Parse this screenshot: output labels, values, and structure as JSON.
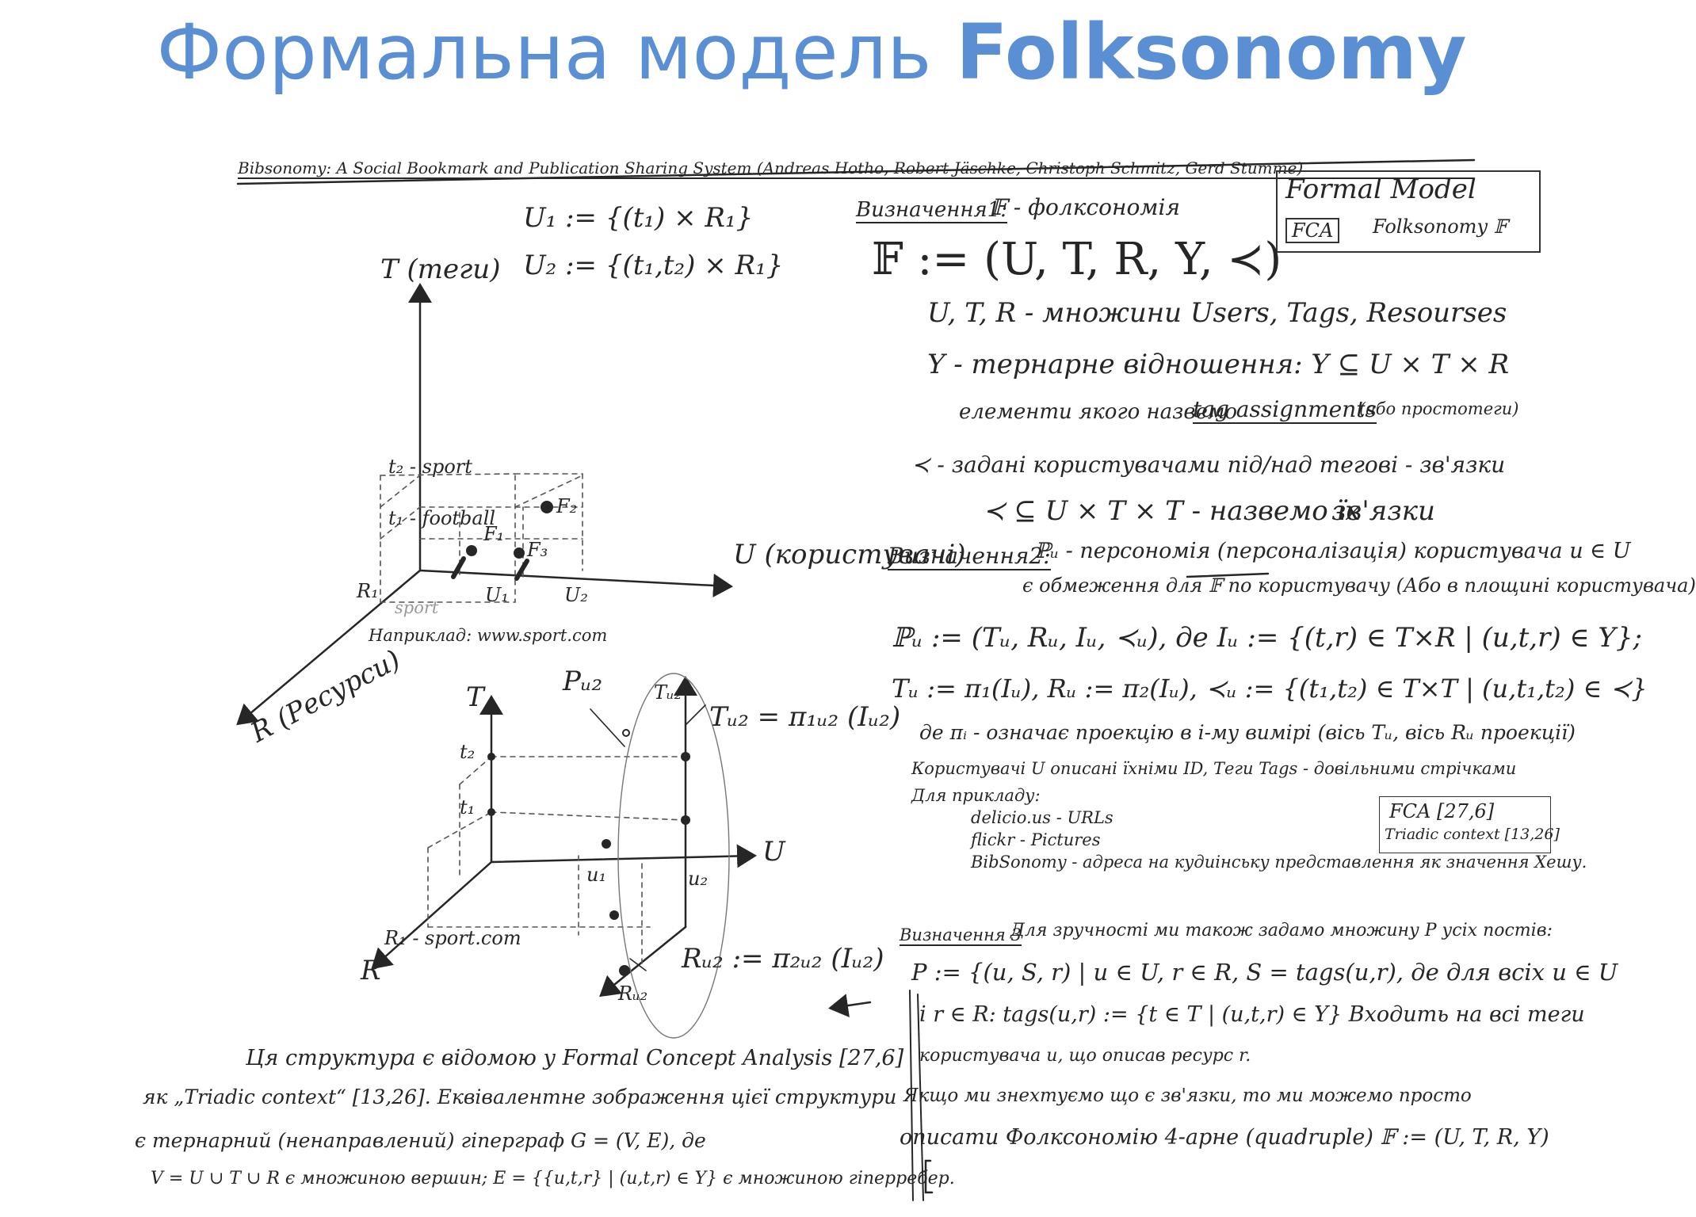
{
  "title": {
    "prefix": "Формальна модель",
    "emphasis": "Folksonomy"
  },
  "header_line": "Bibsonomy: A Social Bookmark and Publication Sharing System (Andreas Hotho, Robert Jäschke, Christoph Schmitz, Gerd Stumme)",
  "upper_diagram": {
    "u1_def": "U₁ := {(t₁) × R₁}",
    "u2_def": "U₂ := {(t₁,t₂) × R₁}",
    "t_axis": "T (теги)",
    "u_axis": "U (користувачі)",
    "r_axis": "R (Ресурси)",
    "t2": "t₂ - sport",
    "t1": "t₁ - football",
    "f1": "F₁",
    "f2": "F₂",
    "f3": "F₃",
    "u1": "U₁",
    "u2": "U₂",
    "r1": "R₁",
    "r1_sub": "sport",
    "example": "Наприклад: www.sport.com"
  },
  "lower_diagram": {
    "t": "T",
    "u": "U",
    "r": "R",
    "t2": "t₂",
    "t1": "t₁",
    "u1": "u₁",
    "u2": "u₂",
    "pu2": "Pᵤ₂",
    "tu2_top": "Tᵤ₂",
    "tu2_proj": "Tᵤ₂ = π₁ᵤ₂ (Iᵤ₂)",
    "r1": "R₁ - sport.com",
    "ru2": "Rᵤ₂",
    "ru2_proj": "Rᵤ₂ := π₂ᵤ₂ (Iᵤ₂)"
  },
  "fca_note": {
    "line1": "Ця структура є відомою у Formal Concept Analysis [27,6]",
    "line2": "як „Triadic context“ [13,26]. Еквівалентне зображення цієї структури",
    "line3": "є тернарний (ненаправлений) гіперграф G = (V, E), де",
    "line4": "V = U ∪ T ∪ R є множиною вершин; E = {{u,t,r} | (u,t,r) ∈ Y} є множиною гіперребер."
  },
  "right_box": {
    "line1": "Formal Model",
    "fca": "FCA",
    "line2": "Folksonomy 𝔽"
  },
  "def1": {
    "label": "Визначення1:",
    "head": "𝔽 - фолксономія",
    "formula": "𝔽 := (U, T, R, Y, ≺)",
    "utr": "U, T, R - множини Users, Tags, Resourses",
    "y": "Y - тернарне відношення: Y ⊆ U × T × R",
    "y_note": "елементи якого назвемо",
    "tag_assign": "tag assignments",
    "tag_assign_alt": "(або простотеги)",
    "prec": "≺ - задані користувачами під/над тегові - зв'язки",
    "prec_def": "≺ ⊆ U × T × T - назвемо їх",
    "prec_def_end": "зв'язки"
  },
  "def2": {
    "label": "Визначення2:",
    "head": "ℙᵤ - персономія (персоналізація) користувача u ∈ U",
    "head2": "є обмеження для 𝔽 по користувачу (Або в площині користувача)",
    "formula": "ℙᵤ := (Tᵤ, Rᵤ, Iᵤ, ≺ᵤ), де Iᵤ := {(t,r) ∈ T×R | (u,t,r) ∈ Y};",
    "formula2": "Tᵤ := π₁(Iᵤ), Rᵤ := π₂(Iᵤ), ≺ᵤ := {(t₁,t₂) ∈ T×T | (u,t₁,t₂) ∈ ≺}",
    "proj_note": "де πᵢ - означає проекцію в i-му вимірі (вісь Tᵤ, вісь Rᵤ проекції)",
    "users_note": "Користувачі U описані їхніми ID, Теги Tags - довільними стрічками",
    "examples_label": "Для прикладу:",
    "ex1": "delicio.us - URLs",
    "ex2": "flickr - Pictures",
    "ex3": "BibSonomy - адреса на кудиінську представлення як значення Хешу."
  },
  "fca_box": {
    "line1": "FCA [27,6]",
    "line2": "Triadic context [13,26]"
  },
  "def3": {
    "label": "Визначення 3",
    "line1": "Для зручності ми також задамо множину P усіх постів:",
    "line2": "P := {(u, S, r) | u ∈ U, r ∈ R, S = tags(u,r), де для всіх u ∈ U",
    "line3": "і r ∈ R: tags(u,r) := {t ∈ T | (u,t,r) ∈ Y} Входить на всі теги",
    "line4": "користувача u, що описав ресурс r.",
    "line5": "Якщо ми знехтуємо що є зв'язки, то ми можемо просто",
    "line6": "описати Фолксономію 4-арне (quadruple) 𝔽 := (U, T, R, Y)"
  }
}
